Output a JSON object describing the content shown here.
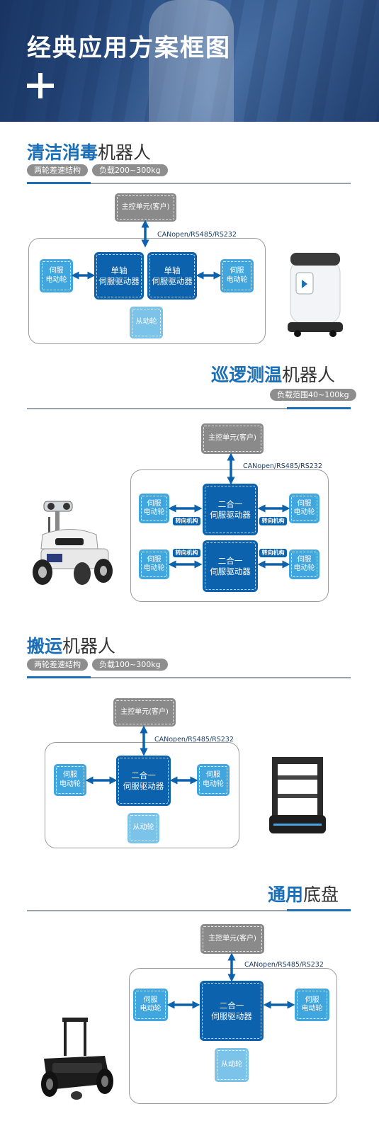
{
  "header": {
    "title": "经典应用方案框图"
  },
  "colors": {
    "accent": "#1a6fb8",
    "driver": "#0d62ad",
    "motor": "#41a5de",
    "master": "#8a8a8a"
  },
  "sections": [
    {
      "title_bold": "清洁消毒",
      "title_normal": "机器人",
      "tags": [
        "两轮差速结构",
        "负载200~300kg"
      ],
      "master": "主控单元(客户)",
      "bus": "CANopen/RS485/RS232",
      "motor_left": "伺服\n电动轮",
      "motor_right": "伺服\n电动轮",
      "driver_left": "单轴\n伺服驱动器",
      "driver_right": "单轴\n伺服驱动器",
      "idler": "从动轮"
    },
    {
      "title_bold": "巡逻测温",
      "title_normal": "机器人",
      "tags": [
        "负载范围40~100kg"
      ],
      "master": "主控单元(客户)",
      "bus": "CANopen/RS485/RS232",
      "motor_tl": "伺服\n电动轮",
      "motor_tr": "伺服\n电动轮",
      "motor_bl": "伺服\n电动轮",
      "motor_br": "伺服\n电动轮",
      "driver_top": "二合一\n伺服驱动器",
      "driver_bottom": "二合一\n伺服驱动器",
      "steer_tl": "转向机构",
      "steer_tr": "转向机构",
      "steer_bl": "转向机构",
      "steer_br": "转向机构"
    },
    {
      "title_bold": "搬运",
      "title_normal": "机器人",
      "tags": [
        "两轮差速结构",
        "负载100~300kg"
      ],
      "master": "主控单元(客户)",
      "bus": "CANopen/RS485/RS232",
      "motor_left": "伺服\n电动轮",
      "motor_right": "伺服\n电动轮",
      "driver": "二合一\n伺服驱动器",
      "idler": "从动轮"
    },
    {
      "title_bold": "通用",
      "title_normal": "底盘",
      "master": "主控单元(客户)",
      "bus": "CANopen/RS485/RS232",
      "motor_left": "伺服\n电动轮",
      "motor_right": "伺服\n电动轮",
      "driver": "二合一\n伺服驱动器",
      "idler": "从动轮"
    }
  ]
}
